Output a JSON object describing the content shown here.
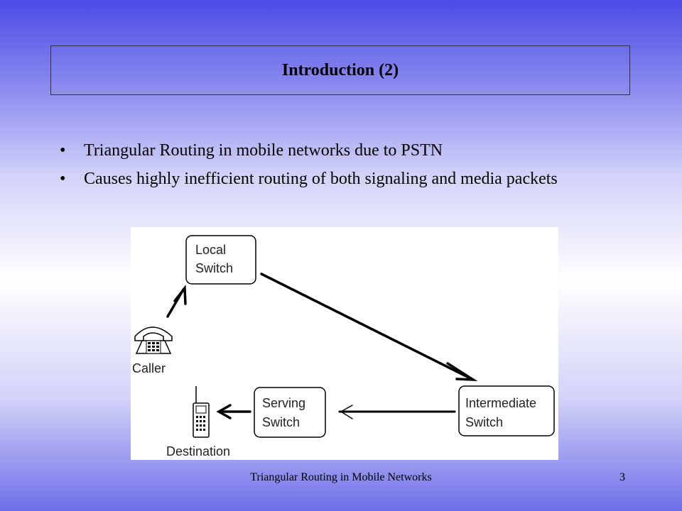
{
  "slide": {
    "title": "Introduction (2)",
    "bullets": [
      "Triangular Routing in mobile networks due to PSTN",
      "Causes highly inefficient routing of both signaling and media packets"
    ]
  },
  "diagram": {
    "local_switch": [
      "Local",
      "Switch"
    ],
    "intermediate_switch": [
      "Intermediate",
      "Switch"
    ],
    "serving_switch": [
      "Serving",
      "Switch"
    ],
    "caller": "Caller",
    "destination": "Destination",
    "icons": [
      "desk-phone-icon",
      "mobile-phone-icon"
    ]
  },
  "footer": {
    "title": "Triangular Routing in Mobile Networks",
    "page_number": "3"
  }
}
